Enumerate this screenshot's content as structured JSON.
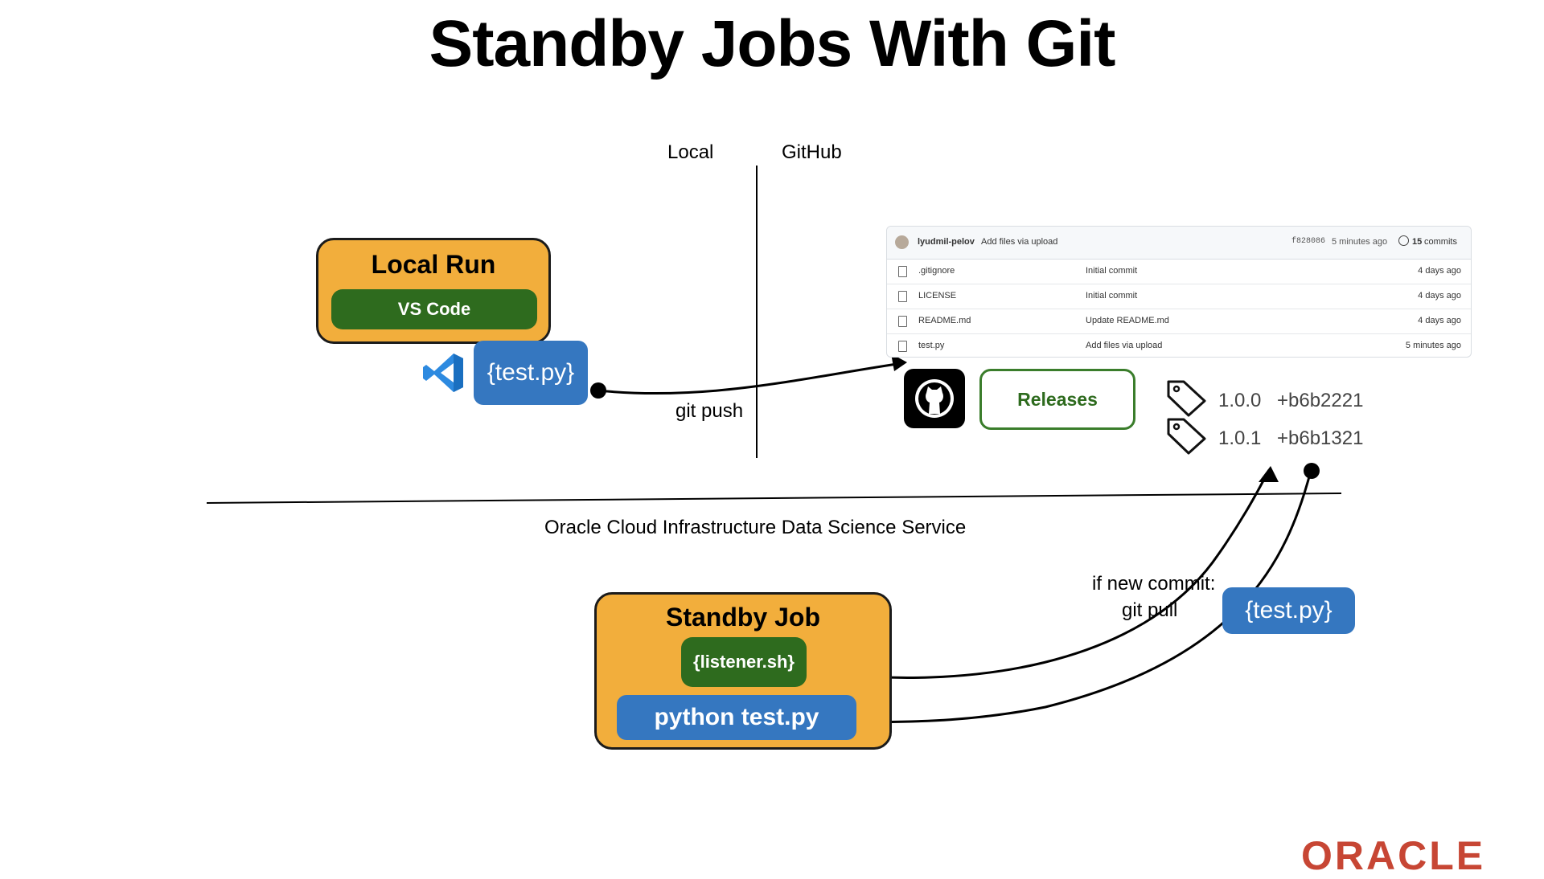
{
  "slide": {
    "title": "Standby Jobs With Git",
    "divider_local": "Local",
    "divider_github": "GitHub",
    "section_label": "Oracle Cloud Infrastructure Data Science Service",
    "git_push_label": "git push",
    "pull_label_line1": "if new commit:",
    "pull_label_line2": "git pull",
    "logo": "ORACLE"
  },
  "local_run": {
    "title": "Local Run",
    "button": "VS Code",
    "file_tag": "{test.py}",
    "icon": "vscode-icon"
  },
  "github_repo": {
    "header": {
      "user": "lyudmil-pelov",
      "message": "Add files via upload",
      "hash": "f828086",
      "time": "5 minutes ago",
      "commits_count": "15",
      "commits_label": "commits"
    },
    "files": [
      {
        "name": ".gitignore",
        "message": "Initial commit",
        "time": "4 days ago"
      },
      {
        "name": "LICENSE",
        "message": "Initial commit",
        "time": "4 days ago"
      },
      {
        "name": "README.md",
        "message": "Update README.md",
        "time": "4 days ago"
      },
      {
        "name": "test.py",
        "message": "Add files via upload",
        "time": "5 minutes ago"
      }
    ],
    "releases_button": "Releases",
    "tags": [
      {
        "version": "1.0.0",
        "commit": "+b6b2221"
      },
      {
        "version": "1.0.1",
        "commit": "+b6b1321"
      }
    ]
  },
  "standby_job": {
    "title": "Standby Job",
    "listener": "{listener.sh}",
    "command": "python test.py",
    "file_tag": "{test.py}"
  },
  "colors": {
    "orange": "#f2ae3c",
    "green": "#2e6b1e",
    "blue": "#3577c0",
    "oracle_red": "#c74634"
  }
}
